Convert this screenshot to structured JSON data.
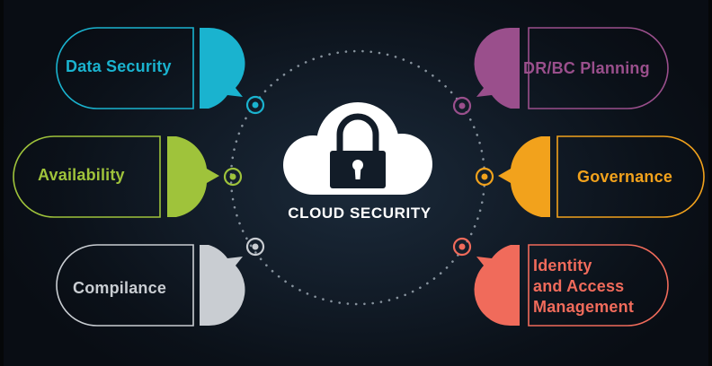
{
  "center": {
    "title": "CLOUD SECURITY",
    "icon": "cloud-lock-icon"
  },
  "nodes": [
    {
      "id": "data-security",
      "label": "Data Security",
      "color": "#1ab3cf"
    },
    {
      "id": "availability",
      "label": "Availability",
      "color": "#9fc33b"
    },
    {
      "id": "compliance",
      "label": "Compilance",
      "color": "#c9cdd2"
    },
    {
      "id": "drbc-planning",
      "label": "DR/BC Planning",
      "color": "#9a4f8c"
    },
    {
      "id": "governance",
      "label": "Governance",
      "color": "#f2a21c"
    },
    {
      "id": "identity-access",
      "label": "Identity\nand Access\nManagement",
      "color": "#f06b5b"
    }
  ]
}
